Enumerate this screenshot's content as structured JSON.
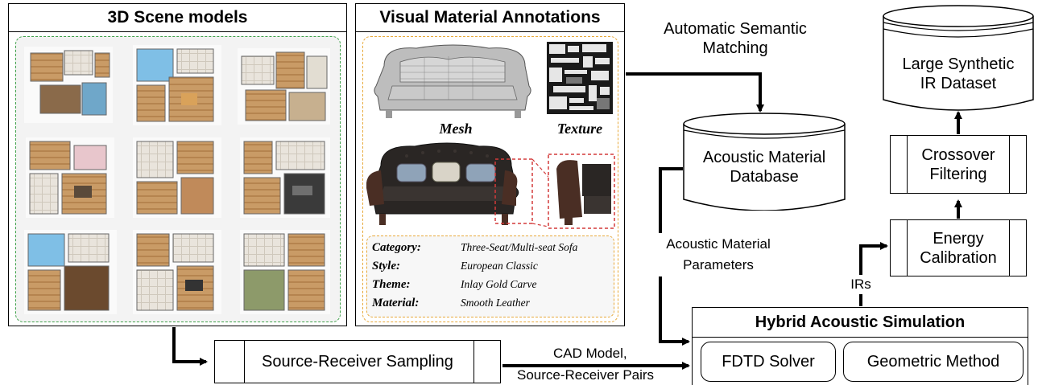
{
  "scene_panel": {
    "title": "3D Scene models"
  },
  "material_panel": {
    "title": "Visual Material Annotations",
    "mesh_label": "Mesh",
    "texture_label": "Texture",
    "annotations": [
      {
        "key": "Category:",
        "value": "Three-Seat/Multi-seat Sofa"
      },
      {
        "key": "Style:",
        "value": "European Classic"
      },
      {
        "key": "Theme:",
        "value": "Inlay Gold Carve"
      },
      {
        "key": "Material:",
        "value": "Smooth Leather"
      }
    ]
  },
  "labels": {
    "semantic_matching_1": "Automatic Semantic",
    "semantic_matching_2": "Matching",
    "material_params_1": "Acoustic Material",
    "material_params_2": "Parameters",
    "irs": "IRs",
    "cad_model": "CAD Model,",
    "sr_pairs": "Source-Receiver Pairs"
  },
  "database": {
    "line1": "Acoustic Material",
    "line2": "Database"
  },
  "dataset": {
    "line1": "Large Synthetic",
    "line2": "IR Dataset"
  },
  "crossover": {
    "line1": "Crossover",
    "line2": "Filtering"
  },
  "energy": {
    "line1": "Energy",
    "line2": "Calibration"
  },
  "sampling": {
    "label": "Source-Receiver Sampling"
  },
  "simulation": {
    "title": "Hybrid Acoustic Simulation",
    "fdtd": "FDTD Solver",
    "geometric": "Geometric Method"
  },
  "colors": {
    "scene_border": "#3fa14a",
    "annotation_border": "#e8a93a",
    "highlight_border": "#d33a3a",
    "sofa_dark": "#2a2624",
    "mesh_gray": "#9a9a9a"
  }
}
